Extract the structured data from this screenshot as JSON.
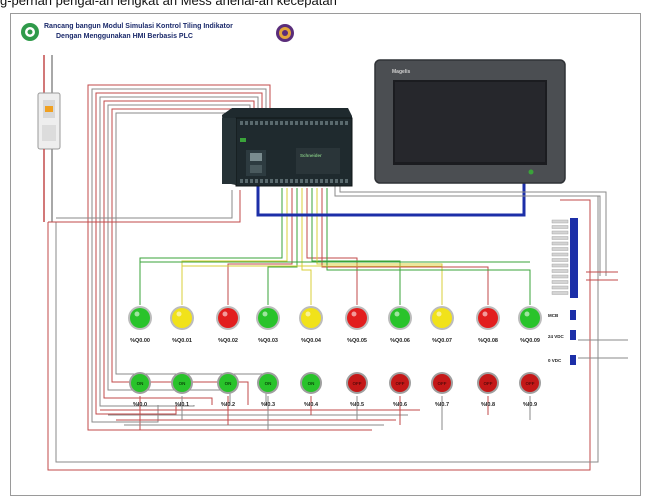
{
  "caption_top": "g-pernah pengal-an lengkat an Mess anenal-an kecepatan",
  "header": {
    "title_line1": "Rancang bangun Modul Simulasi Kontrol Tiling Indikator",
    "title_line2": "Dengan Menggunakan HMI Berbasis PLC"
  },
  "hmi": {
    "brand": "Magelis"
  },
  "plc": {
    "brand": "Schneider"
  },
  "indicator_lamps": [
    {
      "label": "%Q0.00",
      "color": "#29c32b"
    },
    {
      "label": "%Q0.01",
      "color": "#f1e21a"
    },
    {
      "label": "%Q0.02",
      "color": "#e21e1e"
    },
    {
      "label": "%Q0.03",
      "color": "#29c32b"
    },
    {
      "label": "%Q0.04",
      "color": "#f1e21a"
    },
    {
      "label": "%Q0.05",
      "color": "#e21e1e"
    },
    {
      "label": "%Q0.06",
      "color": "#29c32b"
    },
    {
      "label": "%Q0.07",
      "color": "#f1e21a"
    },
    {
      "label": "%Q0.08",
      "color": "#e21e1e"
    },
    {
      "label": "%Q0.09",
      "color": "#29c32b"
    }
  ],
  "push_buttons": [
    {
      "label": "%I0.0",
      "text": "ON",
      "color": "#29c32b"
    },
    {
      "label": "%I0.1",
      "text": "ON",
      "color": "#29c32b"
    },
    {
      "label": "%I0.2",
      "text": "ON",
      "color": "#29c32b"
    },
    {
      "label": "%I0.3",
      "text": "ON",
      "color": "#29c32b"
    },
    {
      "label": "%I0.4",
      "text": "ON",
      "color": "#29c32b"
    },
    {
      "label": "%I0.5",
      "text": "OFF",
      "color": "#c41818"
    },
    {
      "label": "%I0.6",
      "text": "OFF",
      "color": "#c41818"
    },
    {
      "label": "%I0.7",
      "text": "OFF",
      "color": "#c41818"
    },
    {
      "label": "%I0.8",
      "text": "OFF",
      "color": "#c41818"
    },
    {
      "label": "%I0.9",
      "text": "OFF",
      "color": "#c41818"
    }
  ],
  "terminal_labels": {
    "t1": "MCB",
    "t2": "24 VDC",
    "t3": "0 VDC"
  },
  "colors": {
    "wire_red": "#c24a4a",
    "wire_green": "#3aa33a",
    "wire_yellow": "#d8cf3a",
    "wire_gray": "#8a8a8a",
    "wire_blue": "#1c2fa8",
    "plc_body": "#1f2a2e",
    "hmi_frame": "#4b4e52",
    "hmi_screen": "#1b1c20"
  }
}
